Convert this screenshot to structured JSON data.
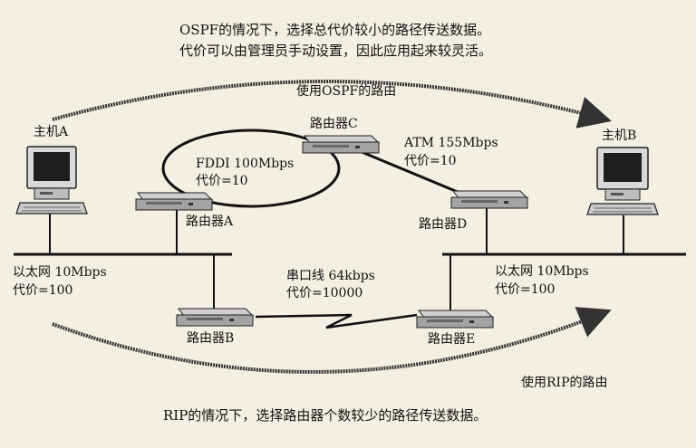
{
  "header": {
    "line1": "OSPF的情况下，选择总代价较小的路径传送数据。",
    "line2": "代价可以由管理员手动设置，因此应用起来较灵活。"
  },
  "route_labels": {
    "ospf": "使用OSPF的路由",
    "rip": "使用RIP的路由"
  },
  "footer": {
    "text": "RIP的情况下，选择路由器个数较少的路径传送数据。"
  },
  "hosts": {
    "a": "主机A",
    "b": "主机B"
  },
  "routers": {
    "a": "路由器A",
    "b": "路由器B",
    "c": "路由器C",
    "d": "路由器D",
    "e": "路由器E"
  },
  "links": {
    "fddi": {
      "name": "FDDI 100Mbps",
      "cost": "代价=10"
    },
    "atm": {
      "name": "ATM 155Mbps",
      "cost": "代价=10"
    },
    "serial": {
      "name": "串口线 64kbps",
      "cost": "代价=10000"
    },
    "ethernet_left": {
      "name": "以太网 10Mbps",
      "cost": "代价=100"
    },
    "ethernet_right": {
      "name": "以太网 10Mbps",
      "cost": "代价=100"
    }
  }
}
